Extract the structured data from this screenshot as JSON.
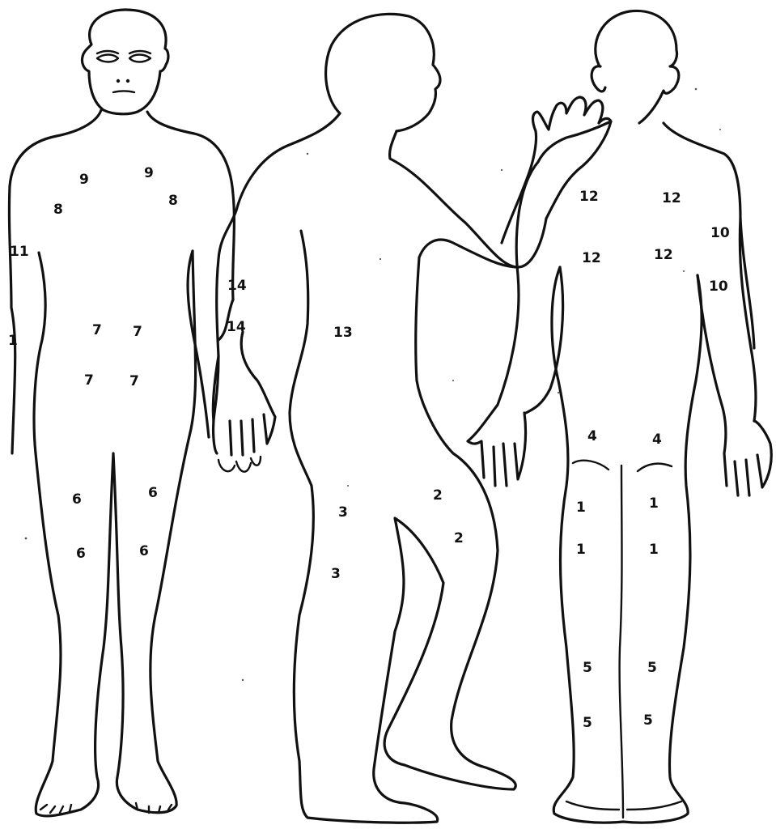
{
  "figures": {
    "front": {
      "labels": [
        {
          "text": "9"
        },
        {
          "text": "9"
        },
        {
          "text": "8"
        },
        {
          "text": "8"
        },
        {
          "text": "11"
        },
        {
          "text": "1"
        },
        {
          "text": "7"
        },
        {
          "text": "7"
        },
        {
          "text": "7"
        },
        {
          "text": "7"
        },
        {
          "text": "6"
        },
        {
          "text": "6"
        },
        {
          "text": "6"
        },
        {
          "text": "6"
        }
      ]
    },
    "side": {
      "labels": [
        {
          "text": "14"
        },
        {
          "text": "14"
        },
        {
          "text": "13"
        },
        {
          "text": "2"
        },
        {
          "text": "2"
        },
        {
          "text": "3"
        },
        {
          "text": "3"
        }
      ]
    },
    "back": {
      "labels": [
        {
          "text": "12"
        },
        {
          "text": "12"
        },
        {
          "text": "12"
        },
        {
          "text": "12"
        },
        {
          "text": "10"
        },
        {
          "text": "10"
        },
        {
          "text": "4"
        },
        {
          "text": "4"
        },
        {
          "text": "1"
        },
        {
          "text": "1"
        },
        {
          "text": "1"
        },
        {
          "text": "1"
        },
        {
          "text": "5"
        },
        {
          "text": "5"
        },
        {
          "text": "5"
        },
        {
          "text": "5"
        }
      ]
    }
  }
}
